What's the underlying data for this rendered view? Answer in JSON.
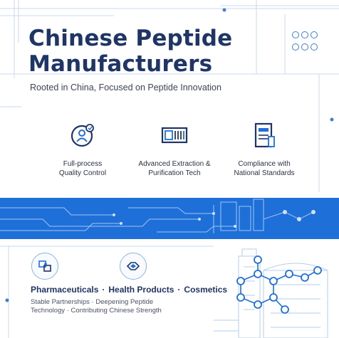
{
  "header": {
    "title_line1": "Chinese Peptide",
    "title_line2": "Manufacturers",
    "subtitle": "Rooted in China, Focused on Peptide Innovation"
  },
  "features": [
    {
      "icon": "quality-control-icon",
      "label": "Full-process\nQuality Control"
    },
    {
      "icon": "extraction-equipment-icon",
      "label": "Advanced Extraction &\nPurification Tech"
    },
    {
      "icon": "compliance-document-icon",
      "label": "Compliance with\nNational Standards"
    }
  ],
  "bottom": {
    "icons": [
      "puzzle-partnership-icon",
      "handshake-icon"
    ],
    "products": [
      "Pharmaceuticals",
      "Health Products",
      "Cosmetics"
    ],
    "separator": "·",
    "tagline": "Stable Partnerships · Deepening Peptide\nTechnology · Contributing Chinese Strength"
  },
  "colors": {
    "navy": "#1f3566",
    "blue": "#1f6fd8",
    "accent": "#3b7fd6"
  }
}
